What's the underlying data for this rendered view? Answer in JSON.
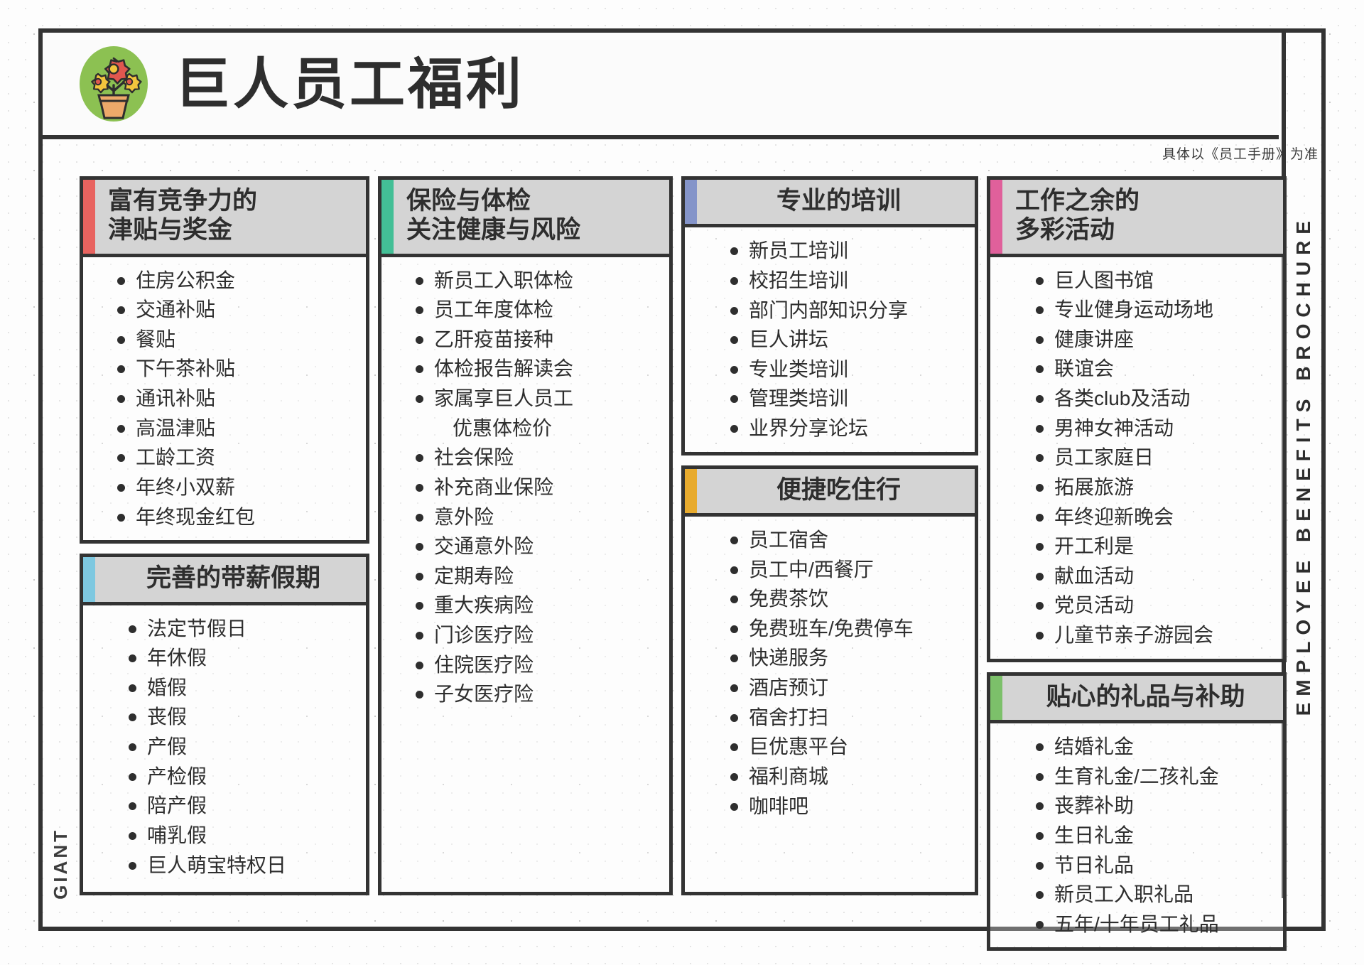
{
  "header": {
    "title": "巨人员工福利",
    "logo_icon": "flower-pot-icon",
    "note": "具体以《员工手册》为准"
  },
  "side_strip": {
    "text": "EMPLOYEE BENEFITS BROCHURE"
  },
  "brand_mark": {
    "text": "GIANT"
  },
  "colors": {
    "accent_allowance": "#e8635f",
    "accent_vacation": "#7ec8e0",
    "accent_insurance": "#43bf96",
    "accent_training": "#8494c9",
    "accent_living": "#e8ab2e",
    "accent_activities": "#e0609b",
    "accent_gifts": "#7cc06a",
    "banner_bg": "#d4d4d4",
    "frame": "#333333",
    "text": "#2e2e2e"
  },
  "sections": {
    "allowance": {
      "title_lines": [
        "富有竞争力的",
        "津贴与奖金"
      ],
      "items": [
        "住房公积金",
        "交通补贴",
        "餐贴",
        "下午茶补贴",
        "通讯补贴",
        "高温津贴",
        "工龄工资",
        "年终小双薪",
        "年终现金红包"
      ]
    },
    "vacation": {
      "title_lines": [
        "完善的带薪假期"
      ],
      "items": [
        "法定节假日",
        "年休假",
        "婚假",
        "丧假",
        "产假",
        "产检假",
        "陪产假",
        "哺乳假",
        "巨人萌宝特权日"
      ]
    },
    "insurance": {
      "title_lines": [
        "保险与体检",
        "关注健康与风险"
      ],
      "items": [
        "新员工入职体检",
        "员工年度体检",
        "乙肝疫苗接种",
        "体检报告解读会",
        "家属享巨人员工",
        "优惠体检价",
        "社会保险",
        "补充商业保险",
        "意外险",
        "交通意外险",
        "定期寿险",
        "重大疾病险",
        "门诊医疗险",
        "住院医疗险",
        "子女医疗险"
      ],
      "continuation_indexes": [
        5
      ]
    },
    "training": {
      "title_lines": [
        "专业的培训"
      ],
      "items": [
        "新员工培训",
        "校招生培训",
        "部门内部知识分享",
        "巨人讲坛",
        "专业类培训",
        "管理类培训",
        "业界分享论坛"
      ]
    },
    "living": {
      "title_lines": [
        "便捷吃住行"
      ],
      "items": [
        "员工宿舍",
        "员工中/西餐厅",
        "免费茶饮",
        "免费班车/免费停车",
        "快递服务",
        "酒店预订",
        "宿舍打扫",
        "巨优惠平台",
        "福利商城",
        "咖啡吧"
      ]
    },
    "activities": {
      "title_lines": [
        "工作之余的",
        "多彩活动"
      ],
      "items": [
        "巨人图书馆",
        "专业健身运动场地",
        "健康讲座",
        "联谊会",
        "各类club及活动",
        "男神女神活动",
        "员工家庭日",
        "拓展旅游",
        "年终迎新晚会",
        "开工利是",
        "献血活动",
        "党员活动",
        "儿童节亲子游园会"
      ]
    },
    "gifts": {
      "title_lines": [
        "贴心的礼品与补助"
      ],
      "items": [
        "结婚礼金",
        "生育礼金/二孩礼金",
        "丧葬补助",
        "生日礼金",
        "节日礼品",
        "新员工入职礼品",
        "五年/十年员工礼品"
      ]
    }
  }
}
